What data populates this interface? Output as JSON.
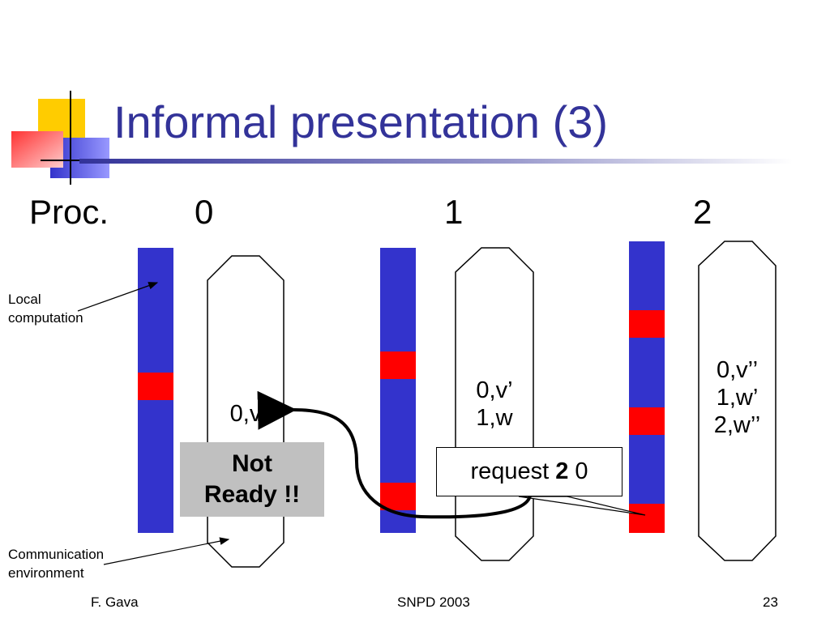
{
  "slide": {
    "title": "Informal presentation (3)",
    "proc_label": "Proc.",
    "processors": [
      "0",
      "1",
      "2"
    ],
    "labels": {
      "local_computation": [
        "Local",
        "computation"
      ],
      "communication_environment": [
        "Communication",
        "environment"
      ]
    },
    "environments": {
      "p0": [
        "0,v"
      ],
      "p1": [
        "0,v’",
        "1,w"
      ],
      "p2": [
        "0,v’’",
        "1,w’",
        "2,w’’"
      ]
    },
    "not_ready": [
      "Not",
      "Ready !!"
    ],
    "request": {
      "text": "request ",
      "bold": "2",
      "tail": " 0"
    }
  },
  "footer": {
    "author": "F. Gava",
    "conference": "SNPD 2003",
    "page": "23"
  },
  "colors": {
    "title": "#333399",
    "computation": "#3333cc",
    "communication": "#ff0000",
    "not_ready_bg": "#c0c0c0"
  }
}
